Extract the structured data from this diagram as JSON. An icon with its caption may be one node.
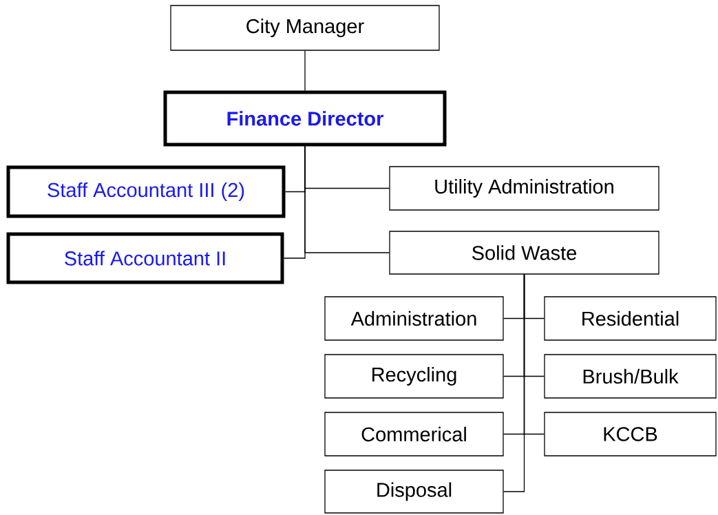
{
  "diagram": {
    "nodes": [
      {
        "text": [
          "City Manager"
        ]
      },
      {
        "text": [
          "Finance Director"
        ]
      },
      {
        "text": [
          "Staff Accountant III (2)"
        ]
      },
      {
        "text": [
          "Utility Administration"
        ]
      },
      {
        "text": [
          "Staff Accountant II"
        ]
      },
      {
        "text": [
          "Solid Waste"
        ]
      },
      {
        "text": [
          "Administration"
        ]
      },
      {
        "text": [
          "Residential"
        ]
      },
      {
        "text": [
          "Recycling"
        ]
      },
      {
        "text": [
          "Brush/Bulk"
        ]
      },
      {
        "text": [
          "Commerical"
        ]
      },
      {
        "text": [
          "KCCB"
        ]
      },
      {
        "text": [
          "Disposal"
        ]
      }
    ],
    "edges": [
      {
        "from": 0,
        "to": 1,
        "arrow": "none"
      },
      {
        "from": 1,
        "to": 2,
        "arrow": "none"
      },
      {
        "from": 1,
        "to": 3,
        "arrow": "none"
      },
      {
        "from": 1,
        "to": 4,
        "arrow": "none"
      },
      {
        "from": 1,
        "to": 5,
        "arrow": "none"
      },
      {
        "from": 5,
        "to": 6,
        "arrow": "none"
      },
      {
        "from": 5,
        "to": 7,
        "arrow": "none"
      },
      {
        "from": 5,
        "to": 8,
        "arrow": "none"
      },
      {
        "from": 5,
        "to": 9,
        "arrow": "none"
      },
      {
        "from": 5,
        "to": 10,
        "arrow": "none"
      },
      {
        "from": 5,
        "to": 11,
        "arrow": "none"
      },
      {
        "from": 5,
        "to": 12,
        "arrow": "none"
      }
    ]
  }
}
